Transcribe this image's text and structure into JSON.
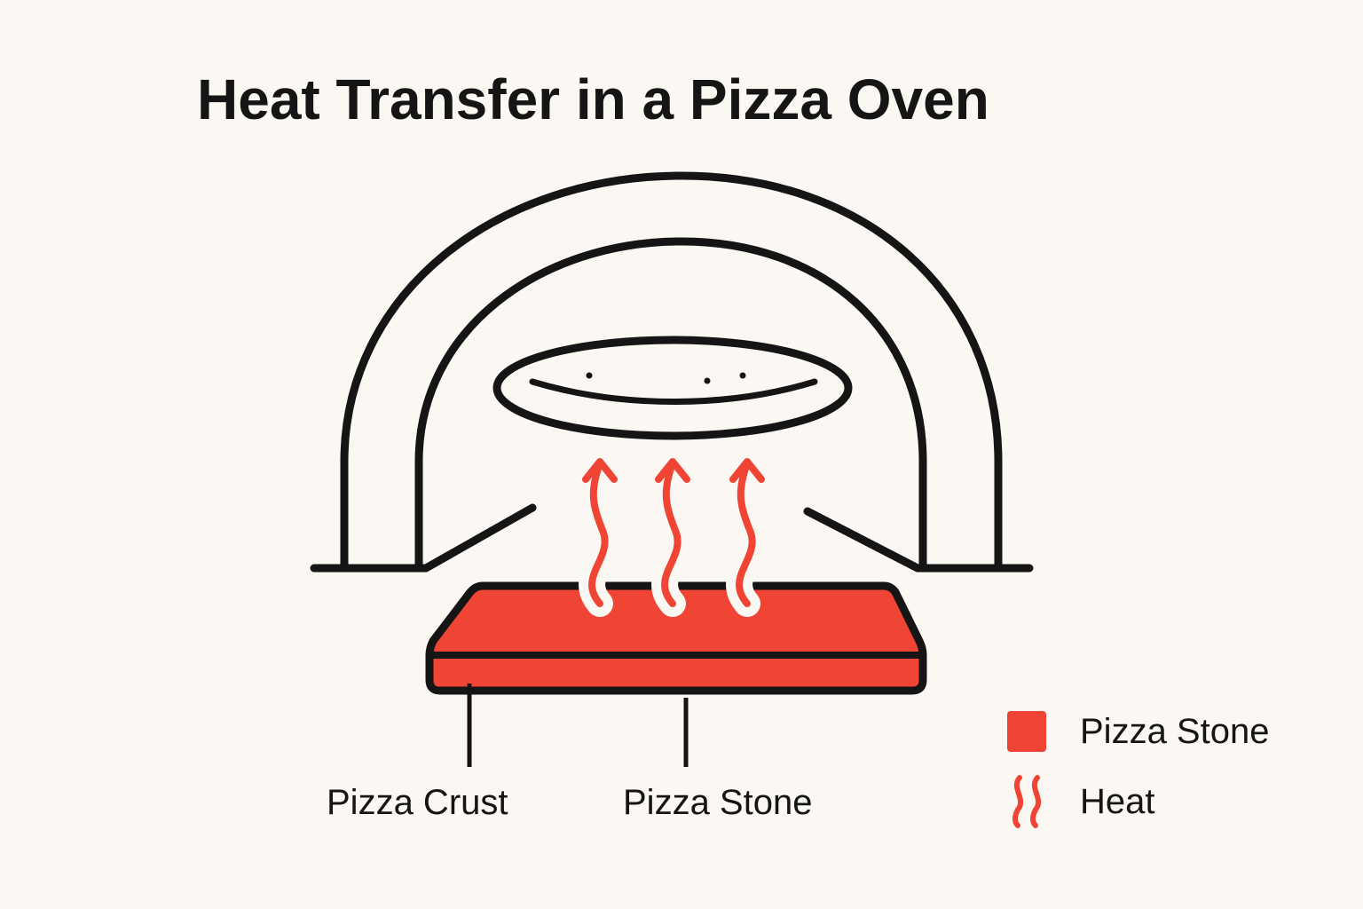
{
  "title": "Heat Transfer in a Pizza Oven",
  "colors": {
    "background": "#fbf8f3",
    "outline": "#151515",
    "stone": "#f04434",
    "heat": "#f04434"
  },
  "diagram": {
    "components": [
      {
        "name": "oven-dome-outer",
        "shape": "arch"
      },
      {
        "name": "oven-dome-inner",
        "shape": "arch"
      },
      {
        "name": "pizza",
        "shape": "ellipse"
      },
      {
        "name": "heat-arrows",
        "count": 3,
        "direction": "up"
      },
      {
        "name": "pizza-stone",
        "shape": "slab"
      }
    ]
  },
  "labels": {
    "crust": "Pizza Crust",
    "stone": "Pizza Stone"
  },
  "legend": {
    "items": [
      {
        "icon": "square-swatch",
        "label": "Pizza Stone",
        "color": "#f04434"
      },
      {
        "icon": "heat-waves",
        "label": "Heat",
        "color": "#f04434"
      }
    ]
  }
}
